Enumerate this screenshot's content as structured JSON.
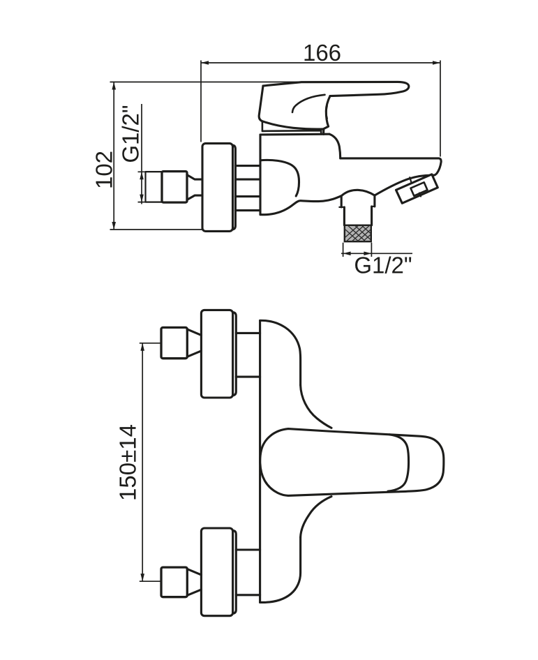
{
  "colors": {
    "line": "#1d1d1b",
    "thread_fill": "#b3b3b3",
    "background": "#ffffff"
  },
  "drawing": {
    "type": "technical-drawing",
    "views": [
      "side-view",
      "front-view"
    ],
    "labels": {
      "length": "166",
      "height": "102",
      "inlet_thread": "G1/2\"",
      "outlet_thread": "G1/2\"",
      "center_distance": "150±14"
    }
  }
}
